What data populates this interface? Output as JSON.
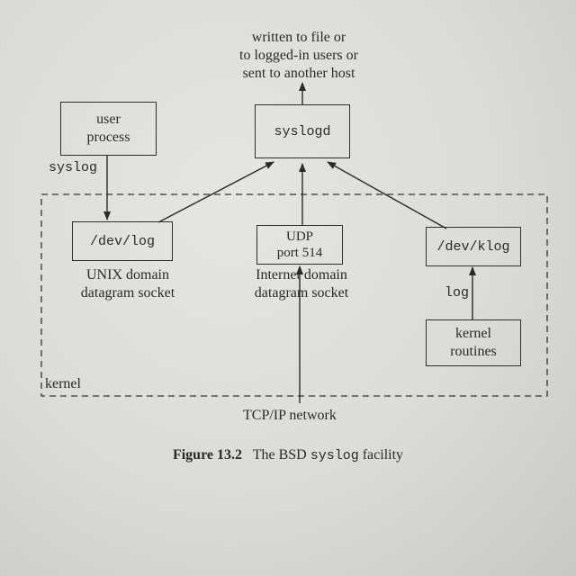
{
  "top_note": {
    "lines": [
      "written to file or",
      "to logged-in users or",
      "sent to another host"
    ]
  },
  "boxes": {
    "user_process": [
      "user",
      "process"
    ],
    "syslogd": "syslogd",
    "dev_log": "/dev/log",
    "udp_port": [
      "UDP",
      "port 514"
    ],
    "dev_klog": "/dev/klog",
    "kernel_routines": [
      "kernel",
      "routines"
    ]
  },
  "labels": {
    "syslog": "syslog",
    "log": "log",
    "unix_socket": [
      "UNIX domain",
      "datagram socket"
    ],
    "inet_socket": [
      "Internet domain",
      "datagram socket"
    ],
    "kernel": "kernel",
    "tcpip": "TCP/IP network"
  },
  "caption": {
    "figure": "Figure 13.2",
    "pre": "The BSD",
    "code": "syslog",
    "post": "facility"
  }
}
